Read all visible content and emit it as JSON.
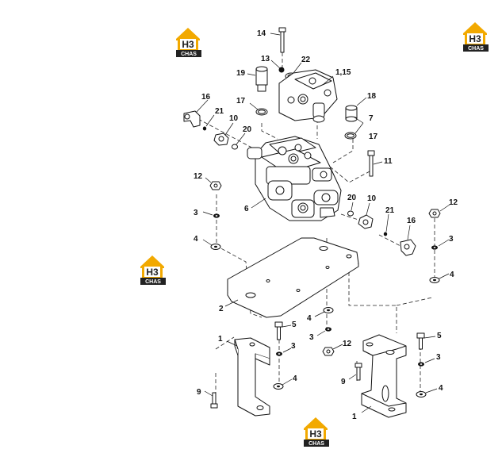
{
  "logo": {
    "mark": "H3",
    "name": "CHAS",
    "brand_color": "#F2A900",
    "dark_color": "#222222"
  },
  "callouts": {
    "c14": "14",
    "c13": "13",
    "c22": "22",
    "c19": "19",
    "c115": "1,15",
    "c16a": "16",
    "c21a": "21",
    "c10a": "10",
    "c20a": "20",
    "c17a": "17",
    "c18": "18",
    "c7": "7",
    "c17b": "17",
    "c11": "11",
    "c12a": "12",
    "c3a": "3",
    "c4a": "4",
    "c6": "6",
    "c20b": "20",
    "c10b": "10",
    "c21b": "21",
    "c16b": "16",
    "c12b": "12",
    "c3b": "3",
    "c4b": "4",
    "c2": "2",
    "c4c": "4",
    "c3c": "3",
    "c5a": "5",
    "c12c": "12",
    "c1a": "1",
    "c3d": "3",
    "c4d": "4",
    "c9a": "9",
    "c5b": "5",
    "c3e": "3",
    "c9b": "9",
    "c4e": "4",
    "c1b": "1"
  }
}
